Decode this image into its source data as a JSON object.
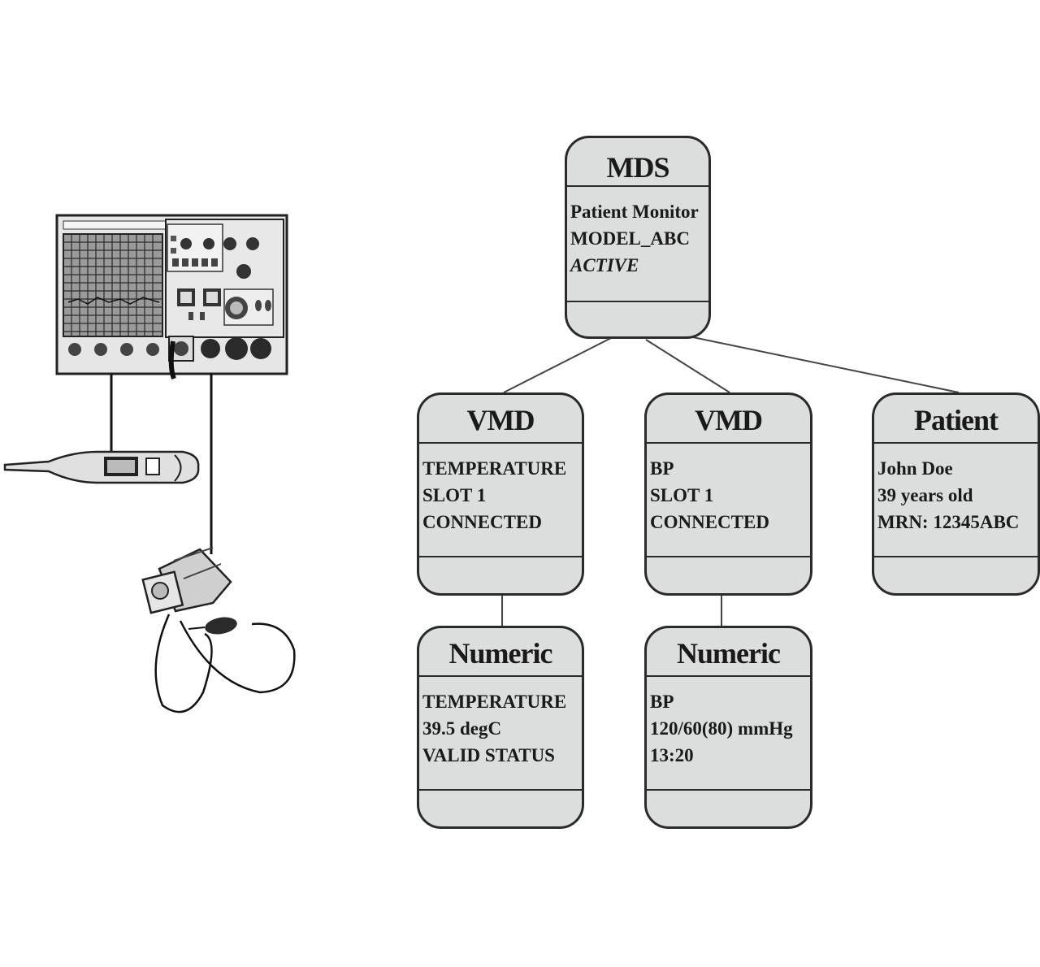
{
  "mds": {
    "title": "MDS",
    "lines": [
      "Patient Monitor",
      "MODEL_ABC",
      "ACTIVE"
    ]
  },
  "vmd_temp": {
    "title": "VMD",
    "lines": [
      "TEMPERATURE",
      "SLOT 1",
      "CONNECTED"
    ]
  },
  "vmd_bp": {
    "title": "VMD",
    "lines": [
      "BP",
      "SLOT 1",
      "CONNECTED"
    ]
  },
  "patient": {
    "title": "Patient",
    "lines": [
      "John Doe",
      "39 years old",
      "MRN: 12345ABC"
    ]
  },
  "numeric_temp": {
    "title": "Numeric",
    "lines": [
      "TEMPERATURE",
      "39.5 degC",
      "VALID STATUS"
    ]
  },
  "numeric_bp": {
    "title": "Numeric",
    "lines": [
      "BP",
      "120/60(80) mmHg",
      "13:20"
    ]
  },
  "colors": {
    "node_fill": "#dcdedd",
    "outline": "#2a2a2a"
  }
}
